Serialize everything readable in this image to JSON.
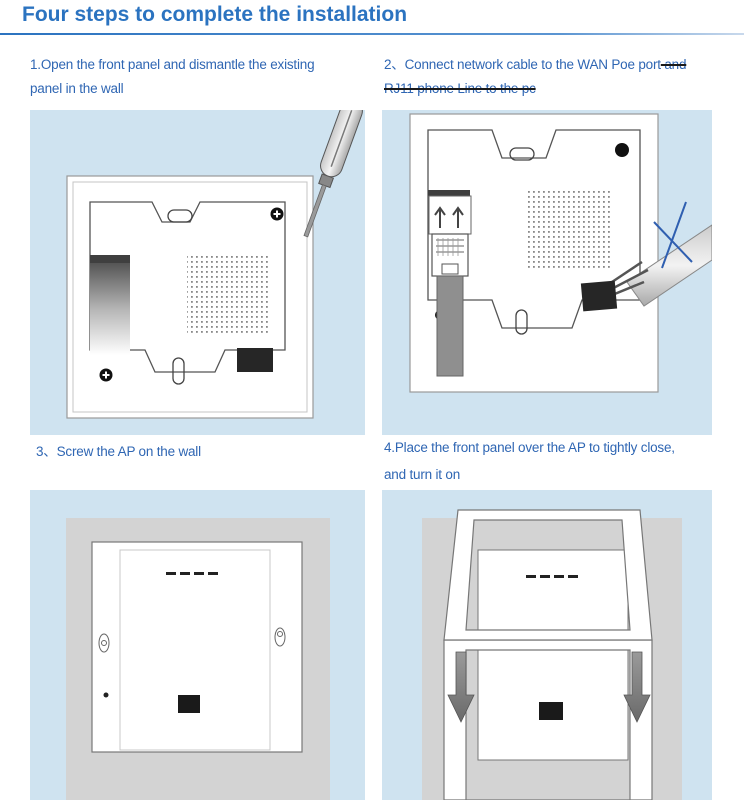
{
  "page": {
    "title": "Four steps to complete the installation"
  },
  "steps": [
    {
      "line1": "1.Open the front panel and dismantle the existing",
      "line2": "panel in the wall"
    },
    {
      "line1": "2、Connect network cable to the WAN Poe port",
      "line1_struck": " and",
      "line2_struck": "RJ11 phone Line to the pc"
    },
    {
      "line1": "3、Screw the AP on the wall"
    },
    {
      "line1": "4.Place the front panel over the AP to tightly close,",
      "line2": "and turn it on"
    }
  ],
  "colors": {
    "title": "#2b73c0",
    "step_text": "#2f66b3",
    "panel_bg_blue": "#cfe3f0",
    "wall_grey": "#d3d3d3",
    "device_white": "#ffffff",
    "port_black": "#1a1a1a",
    "cross_mark": "#2f5fb0"
  },
  "icons": [
    "screwdriver-icon",
    "screw-icon",
    "ethernet-plug-icon",
    "down-arrow-icon",
    "cross-mark-icon"
  ]
}
